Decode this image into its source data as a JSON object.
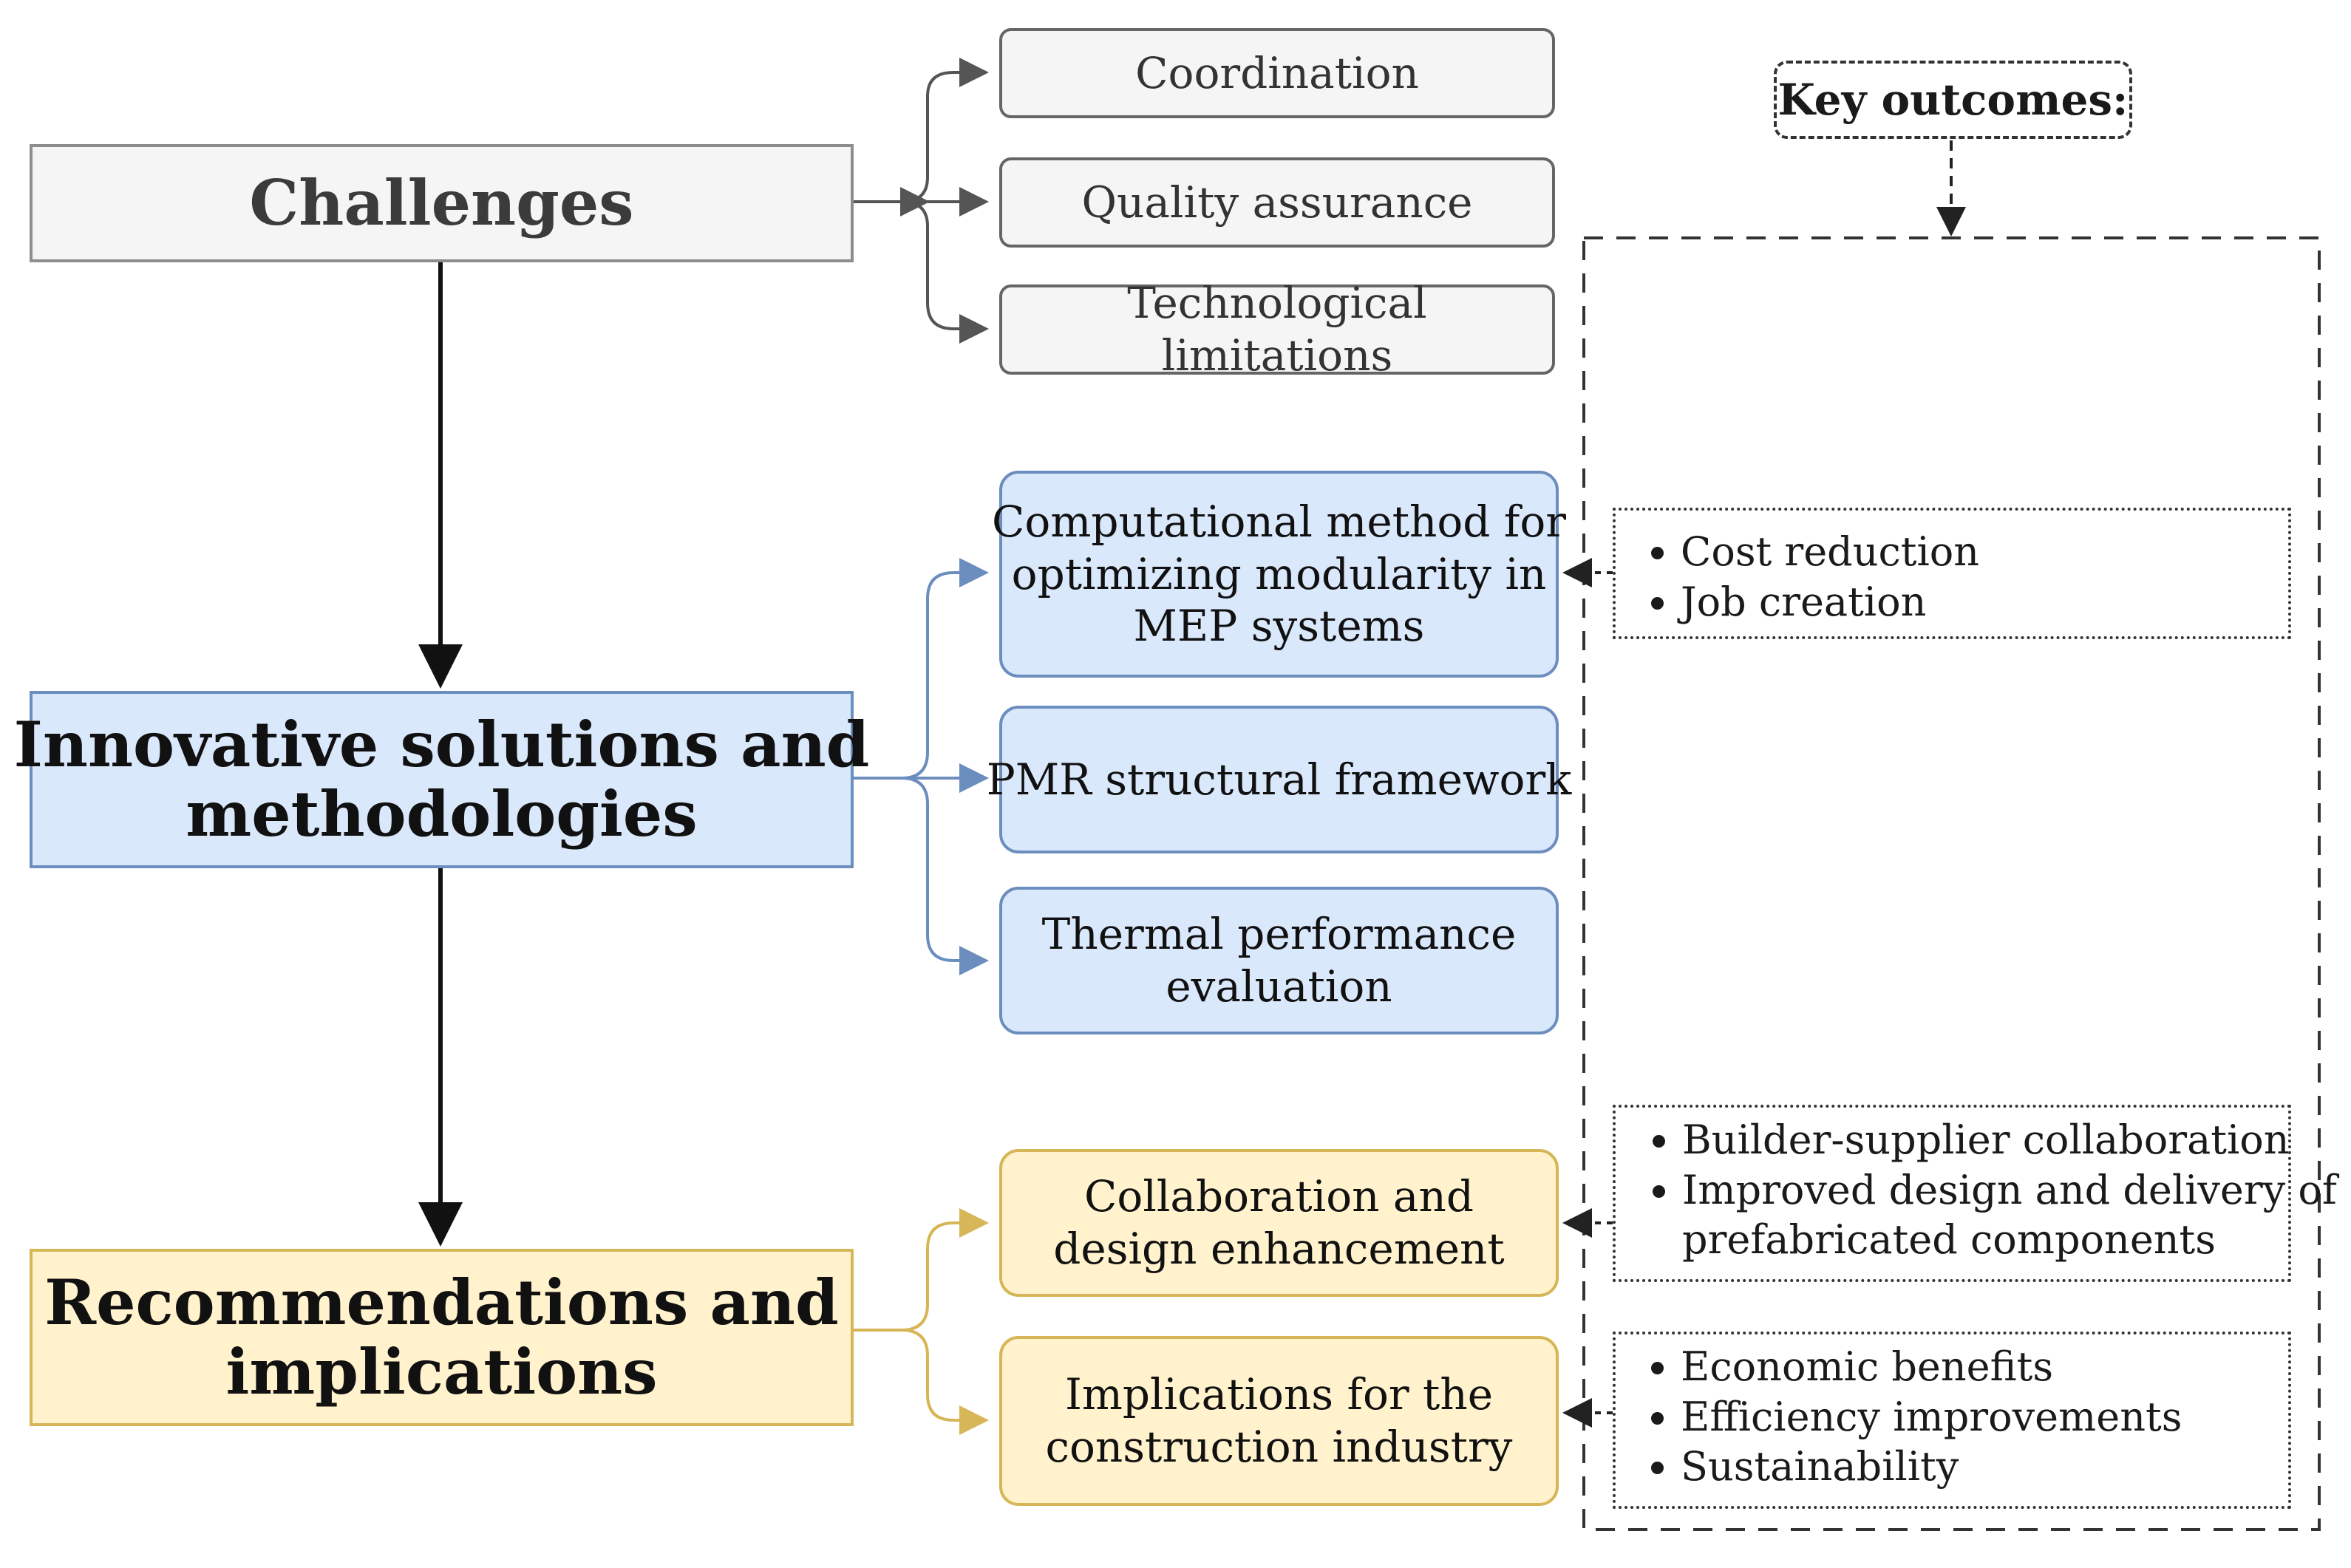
{
  "main": {
    "challenges": "Challenges",
    "innovative": [
      "Innovative solutions and",
      "methodologies"
    ],
    "recommendations": [
      "Recommendations and",
      "implications"
    ]
  },
  "challenges_items": [
    "Coordination",
    "Quality assurance",
    "Technological limitations"
  ],
  "solutions_items": {
    "computational": [
      "Computational method for",
      "optimizing modularity in",
      "MEP systems"
    ],
    "pmr": [
      "PMR structural framework"
    ],
    "thermal": [
      "Thermal performance",
      "evaluation"
    ]
  },
  "recommendation_items": {
    "collaboration": [
      "Collaboration and",
      "design enhancement"
    ],
    "implications": [
      "Implications for the",
      "construction industry"
    ]
  },
  "key_outcomes": {
    "label": "Key outcomes:",
    "group1": [
      "Cost reduction",
      "Job creation"
    ],
    "group2": [
      "Builder-supplier collaboration",
      "Improved design and delivery of",
      "prefabricated components"
    ],
    "group3": [
      "Economic benefits",
      "Efficiency improvements",
      "Sustainability"
    ]
  },
  "colors": {
    "gray_fill": "#f5f5f5",
    "gray_stroke": "#666666",
    "blue_fill": "#dae8fc",
    "blue_stroke": "#6c8ebf",
    "yellow_fill": "#fff2cc",
    "yellow_stroke": "#d6b656"
  }
}
